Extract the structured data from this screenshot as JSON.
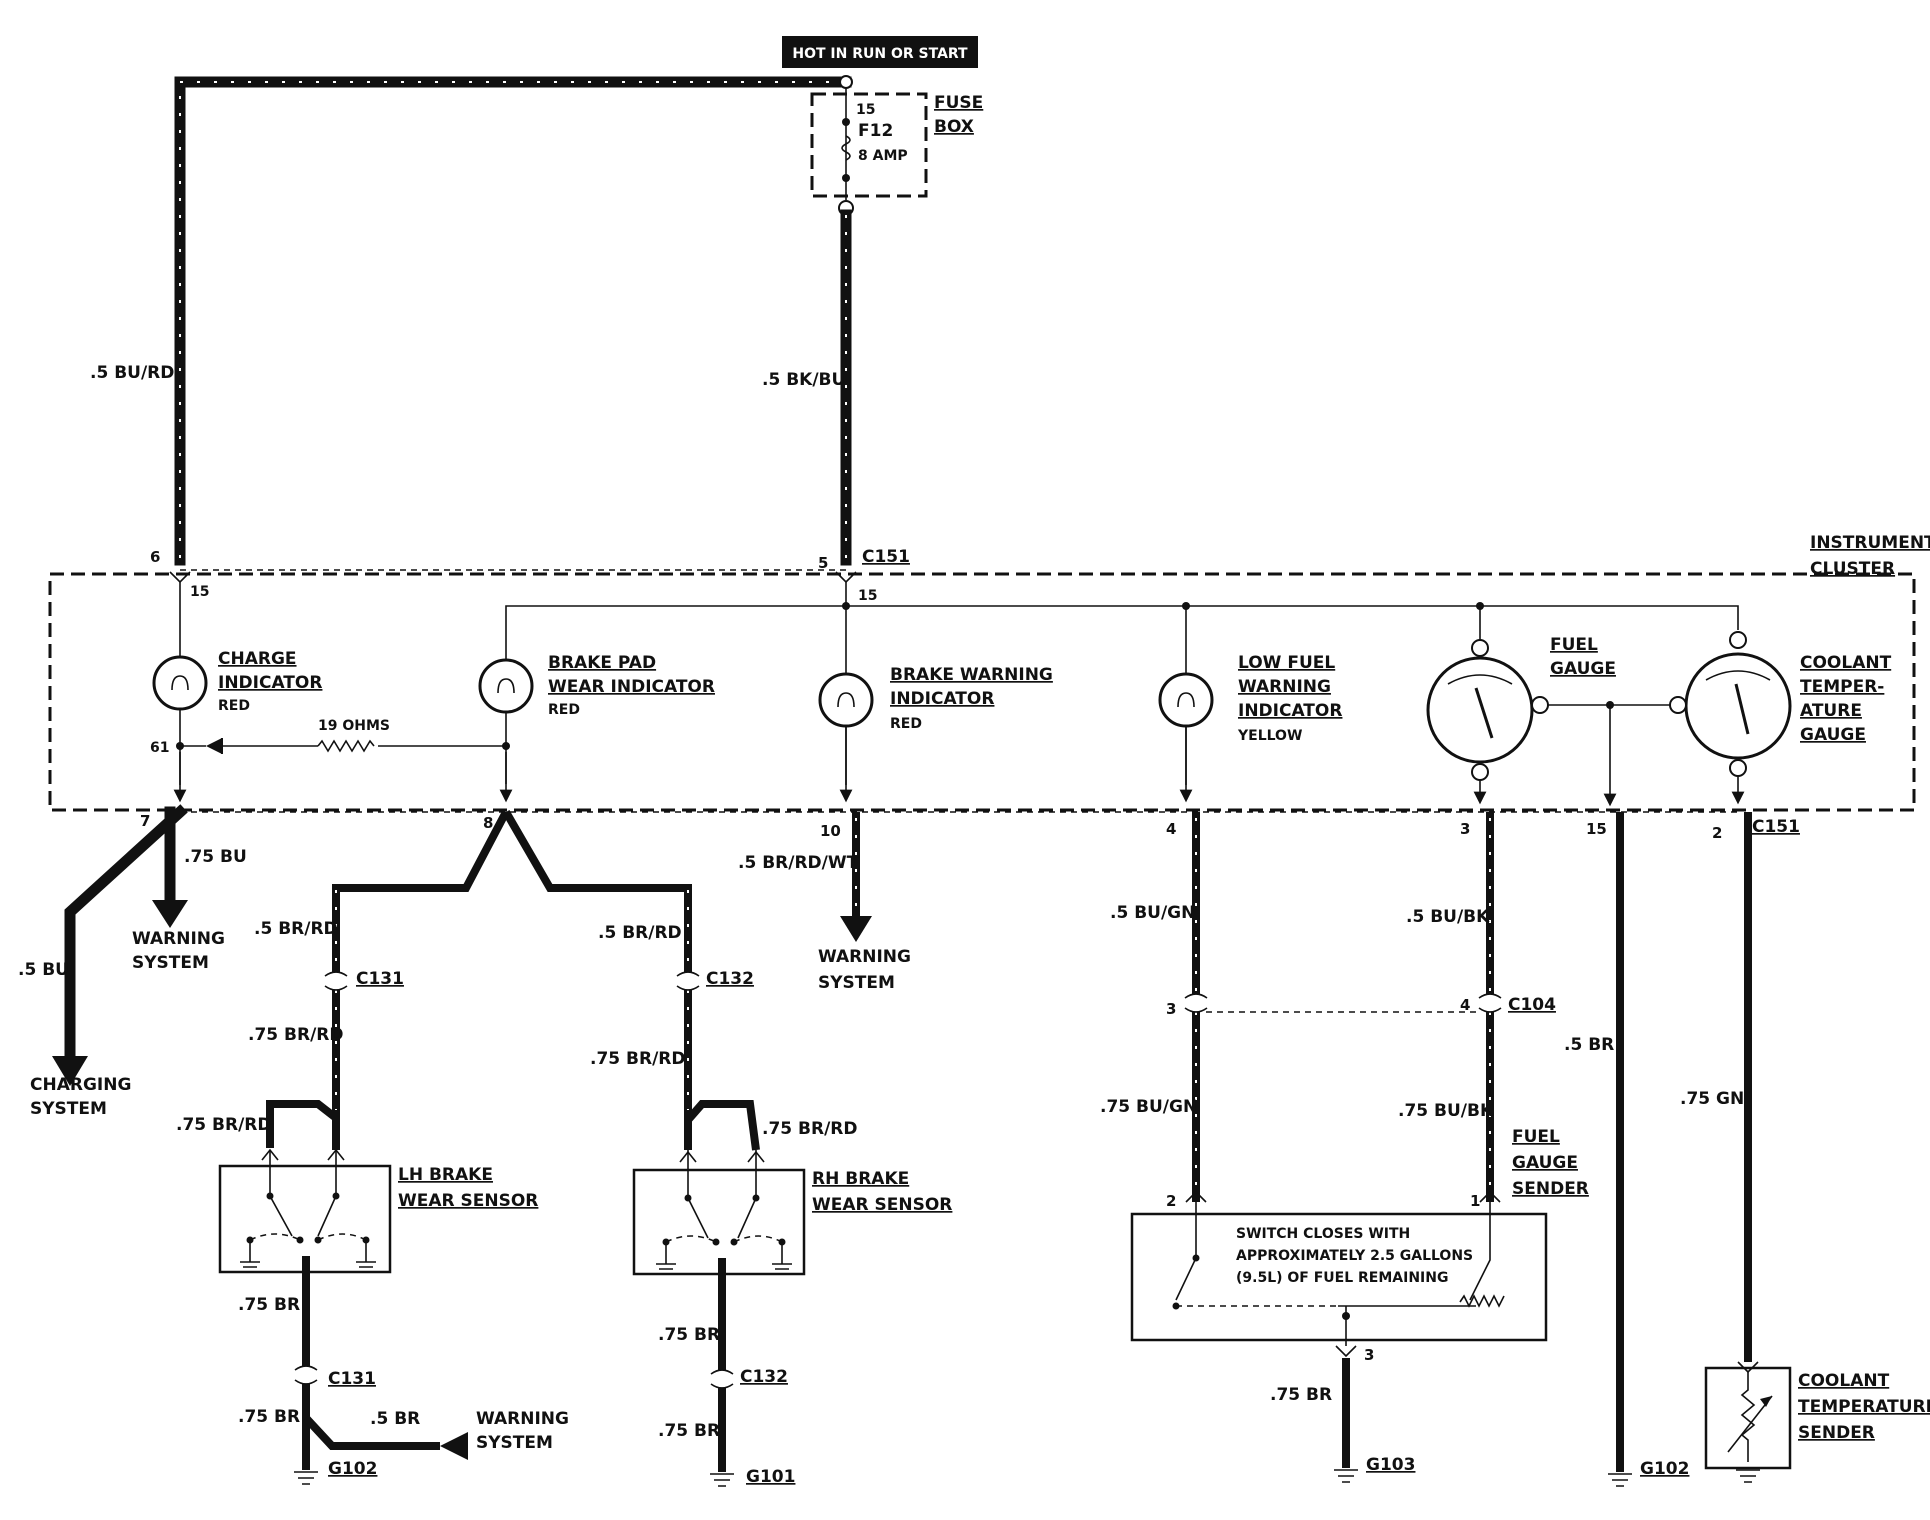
{
  "header": {
    "power_label": "HOT IN RUN OR START"
  },
  "fuse_box": {
    "title_line1": "FUSE",
    "title_line2": "BOX",
    "pin_in": "15",
    "fuse_id": "F12",
    "fuse_rating": "8 AMP"
  },
  "cluster": {
    "title_line1": "INSTRUMENT",
    "title_line2": "CLUSTER",
    "connector_top": "C151",
    "connector_bottom": "C151",
    "pin_6": "6",
    "pin_5": "5",
    "pin_15a": "15",
    "pin_15b": "15",
    "pin_61": "61",
    "resistor": "19 OHMS"
  },
  "components": {
    "charge": {
      "line1": "CHARGE",
      "line2": "INDICATOR",
      "color": "RED"
    },
    "brake_pad": {
      "line1": "BRAKE PAD",
      "line2": "WEAR INDICATOR",
      "color": "RED"
    },
    "brake_warn": {
      "line1": "BRAKE WARNING",
      "line2": "INDICATOR",
      "color": "RED"
    },
    "low_fuel": {
      "line1": "LOW FUEL",
      "line2": "WARNING",
      "line3": "INDICATOR",
      "color": "YELLOW"
    },
    "fuel_gauge": {
      "line1": "FUEL",
      "line2": "GAUGE"
    },
    "coolant_gauge": {
      "line1": "COOLANT",
      "line2": "TEMPER-",
      "line3": "ATURE",
      "line4": "GAUGE"
    },
    "lh_sensor": {
      "line1": "LH BRAKE",
      "line2": "WEAR SENSOR"
    },
    "rh_sensor": {
      "line1": "RH BRAKE",
      "line2": "WEAR SENSOR"
    },
    "fuel_sender": {
      "line1": "FUEL",
      "line2": "GAUGE",
      "line3": "SENDER"
    },
    "switch_note": {
      "line1": "SWITCH CLOSES WITH",
      "line2": "APPROXIMATELY 2.5 GALLONS",
      "line3": "(9.5L) OF FUEL REMAINING"
    },
    "coolant_sender": {
      "line1": "COOLANT",
      "line2": "TEMPERATURE",
      "line3": "SENDER"
    }
  },
  "wires": {
    "w_bu_rd": ".5 BU/RD",
    "w_bk_bu": ".5 BK/BU",
    "w_75bu": ".75 BU",
    "w_5bu": ".5 BU",
    "w_lh_5": ".5 BR/RD",
    "w_lh_75": ".75 BR/RD",
    "w_lh_75b": ".75 BR/RD",
    "w_rh_5": ".5 BR/RD",
    "w_rh_75": ".75 BR/RD",
    "w_rh_75b": ".75 BR/RD",
    "w_br_rd_wt": ".5 BR/RD/WT",
    "w_bu_gn": ".5 BU/GN",
    "w_75_bu_gn": ".75 BU/GN",
    "w_bu_bk": ".5 BU/BK",
    "w_75_bu_bk": ".75 BU/BK",
    "w_5br": ".5 BR",
    "w_75gn": ".75 GN",
    "w_lh_br1": ".75 BR",
    "w_lh_br2": ".75 BR",
    "w_lh_5br": ".5 BR",
    "w_rh_br1": ".75 BR",
    "w_rh_br2": ".75 BR",
    "w_g103_br": ".75 BR"
  },
  "pins": {
    "p7": "7",
    "p8": "8",
    "p10": "10",
    "p4": "4",
    "p3": "3",
    "p15": "15",
    "p2": "2",
    "c104_left": "3",
    "c104_right": "4",
    "sender_left": "2",
    "sender_right": "1",
    "sender_bottom": "3"
  },
  "connectors": {
    "c131": "C131",
    "c132": "C132",
    "c104": "C104",
    "c131_low": "C131",
    "c132_low": "C132"
  },
  "grounds": {
    "g102_a": "G102",
    "g101": "G101",
    "g103": "G103",
    "g102_b": "G102"
  },
  "destinations": {
    "warning_7_1": "WARNING",
    "warning_7_2": "SYSTEM",
    "charging_1": "CHARGING",
    "charging_2": "SYSTEM",
    "warning_10_1": "WARNING",
    "warning_10_2": "SYSTEM",
    "warning_lh_1": "WARNING",
    "warning_lh_2": "SYSTEM"
  }
}
